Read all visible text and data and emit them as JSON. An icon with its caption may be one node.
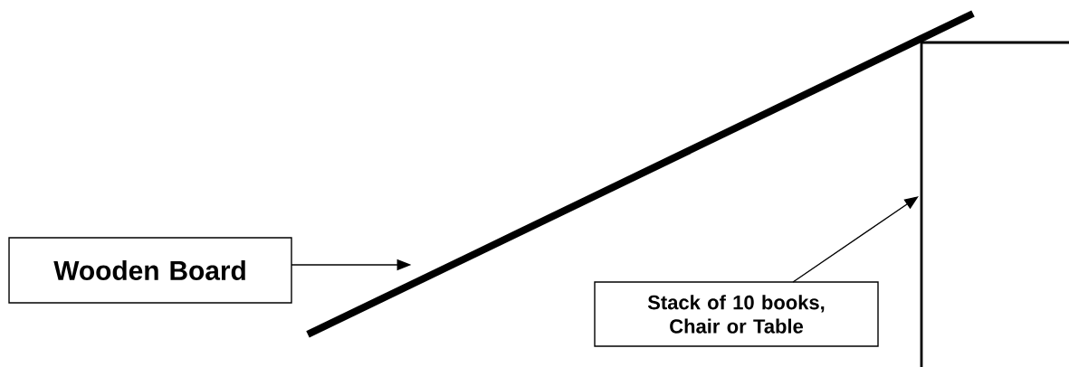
{
  "diagram": {
    "nodes": [
      {
        "text": [
          "Wooden Board"
        ]
      },
      {
        "text": [],
        "shape": "bar"
      },
      {
        "text": [],
        "shape": "box"
      },
      {
        "text": [
          "Stack of 10 books, Chair or Table"
        ]
      }
    ],
    "edges": [
      {
        "from": 0,
        "to": 1,
        "arrow": "to"
      },
      {
        "from": 3,
        "to": 2,
        "arrow": "to"
      }
    ]
  }
}
